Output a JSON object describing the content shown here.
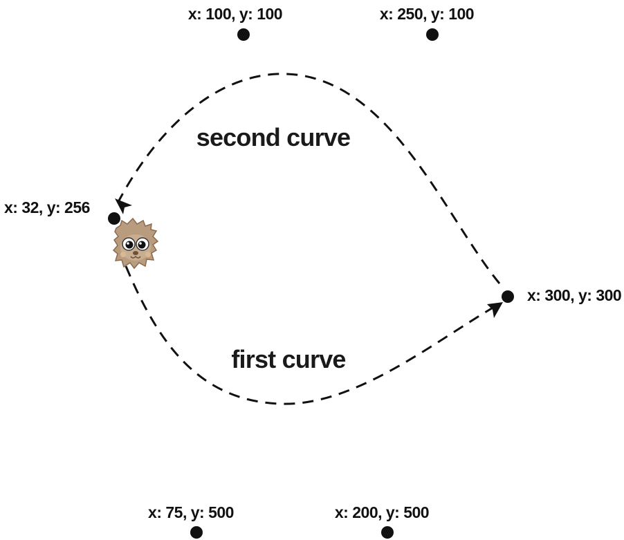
{
  "points": [
    {
      "id": "cp1-top",
      "label": "x: 100, y: 100"
    },
    {
      "id": "cp2-top",
      "label": "x: 250, y: 100"
    },
    {
      "id": "start",
      "label": "x: 32, y: 256"
    },
    {
      "id": "end",
      "label": "x: 300, y: 300"
    },
    {
      "id": "cp1-bottom",
      "label": "x: 75, y: 500"
    },
    {
      "id": "cp2-bottom",
      "label": "x: 200, y: 500"
    }
  ],
  "curves": {
    "first": {
      "label": "first curve"
    },
    "second": {
      "label": "second curve"
    }
  },
  "sprite": {
    "icon": "hedgehog-icon"
  },
  "colors": {
    "ink": "#111111",
    "sprite_fur": "#b99b7e",
    "sprite_fur_dark": "#8a6a4f"
  }
}
